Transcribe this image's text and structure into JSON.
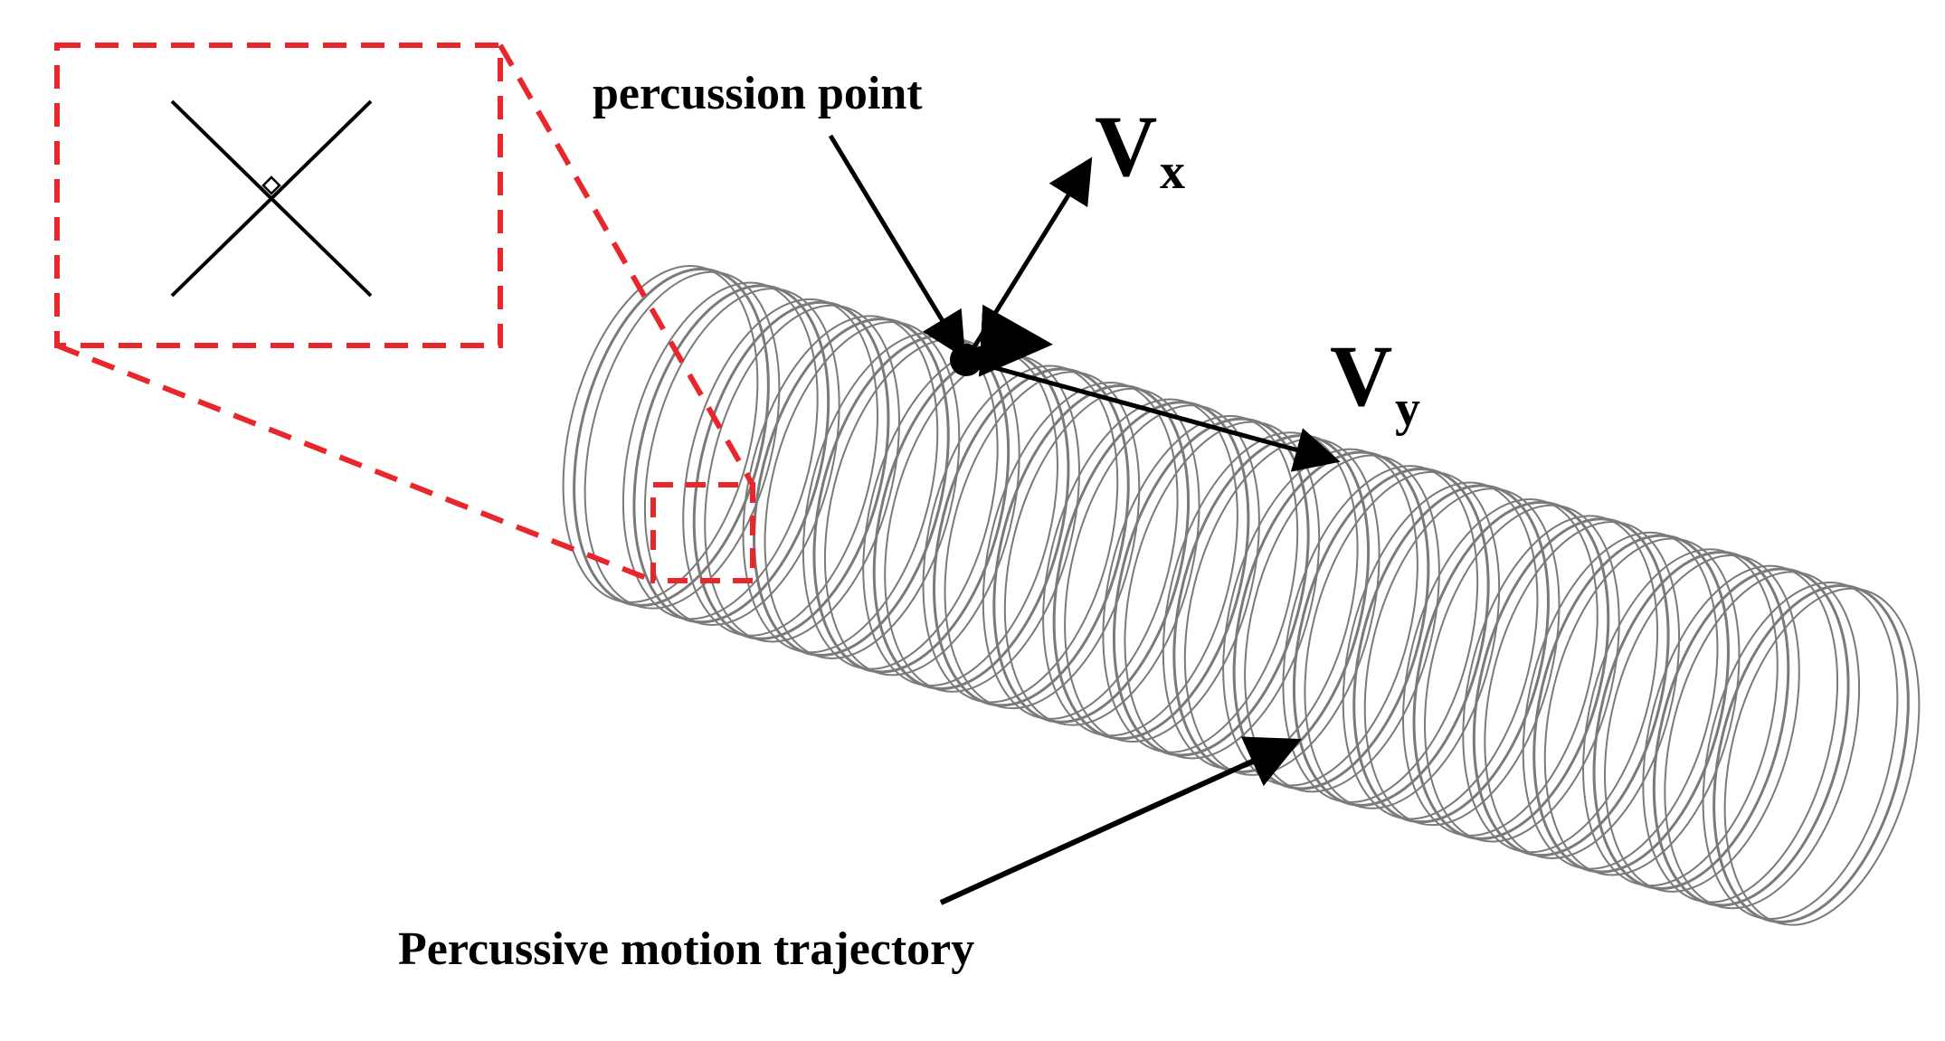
{
  "labels": {
    "percussion_point": "percussion point",
    "vx_main": "V",
    "vx_sub": "x",
    "vy_main": "V",
    "vy_sub": "y",
    "trajectory": "Percussive motion trajectory"
  },
  "colors": {
    "ink": "#000000",
    "coil": "#7a7a7a",
    "zoom": "#e8262b"
  },
  "coil": {
    "turns": 20
  }
}
